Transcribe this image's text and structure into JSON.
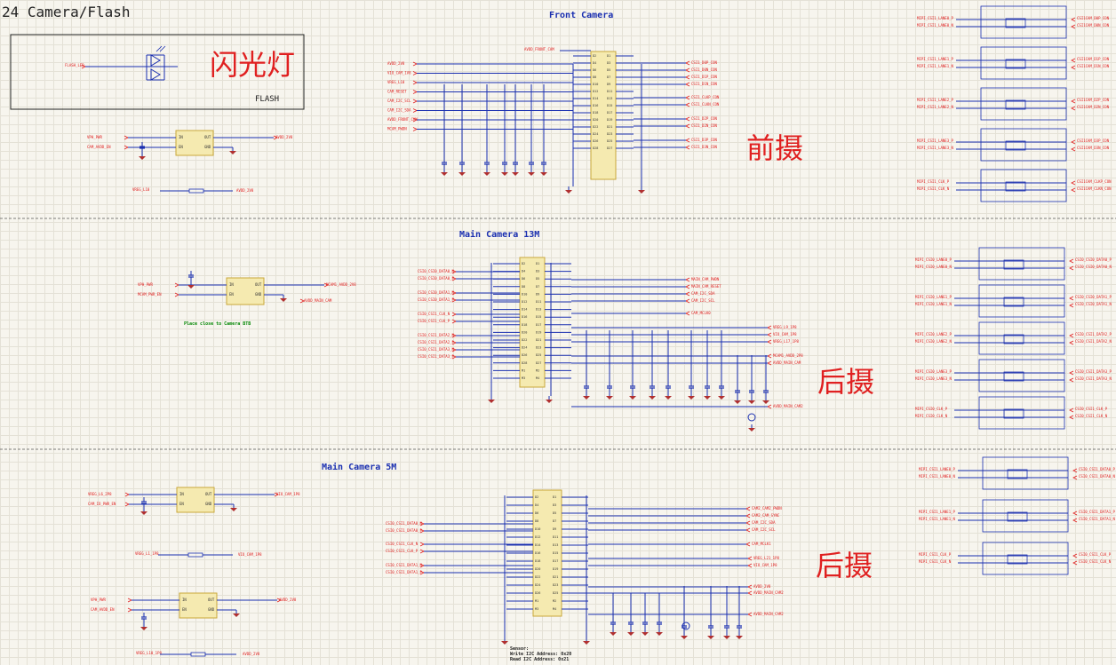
{
  "sheet_title": "24 Camera/Flash",
  "colors": {
    "wire": "#1a2fb0",
    "net": "#e02020",
    "part": "#a02020",
    "box": "#c9a83a",
    "boxfill": "#f5eab0",
    "ground": "#b03030"
  },
  "flash": {
    "title_zh": "闪光灯",
    "label": "FLASH",
    "net_in": "FLASH_LED"
  },
  "ldo_top": {
    "nets_in": [
      "VPH_PWR",
      "CAM_AVDD_EN"
    ],
    "net_out": "AVDD_2V8",
    "net_bottom_in": "VREG_L10",
    "net_bottom_out": "AVDD_2V8"
  },
  "front": {
    "title": "Front Camera",
    "zh": "前摄",
    "top_net": "AVDD_FRONT_CAM",
    "left_nets": [
      "AVDD_2V8",
      "VIO_CAM_1V8",
      "VREG_L10",
      "CAM_RESET",
      "CAM_I2C_SCL",
      "CAM_I2C_SDA",
      "AVDD_FRONT_CAM",
      "MCAM_PWDN"
    ],
    "right_nets": [
      "CSI1_D0P_CON",
      "CSI1_D0N_CON",
      "CSI1_D1P_CON",
      "CSI1_D1N_CON",
      "CSI1_CLKP_CON",
      "CSI1_CLKN_CON",
      "CSI1_D2P_CON",
      "CSI1_D2N_CON",
      "CSI1_D3P_CON",
      "CSI1_D3N_CON"
    ],
    "pins_left": [
      "D2",
      "D4",
      "D6",
      "D8",
      "D10",
      "D12",
      "D14",
      "D16",
      "D18",
      "D20",
      "D22",
      "D24",
      "D26",
      "D28"
    ],
    "pins_right": [
      "D1",
      "D3",
      "D5",
      "D7",
      "D9",
      "D11",
      "D13",
      "D15",
      "D17",
      "D19",
      "D21",
      "D23",
      "D25",
      "D27"
    ]
  },
  "filters_front": [
    {
      "in": [
        "MIPI_CSI1_LANE0_P",
        "MIPI_CSI1_LANE0_N"
      ],
      "out": [
        "CSI1CAM_D0P_CON",
        "CSI1CAM_D0N_CON"
      ]
    },
    {
      "in": [
        "MIPI_CSI1_LANE1_P",
        "MIPI_CSI1_LANE1_N"
      ],
      "out": [
        "CSI1CAM_D1P_CON",
        "CSI1CAM_D1N_CON"
      ]
    },
    {
      "in": [
        "MIPI_CSI1_LANE2_P",
        "MIPI_CSI1_LANE2_N"
      ],
      "out": [
        "CSI1CAM_D2P_CON",
        "CSI1CAM_D2N_CON"
      ]
    },
    {
      "in": [
        "MIPI_CSI1_LANE3_P",
        "MIPI_CSI1_LANE3_N"
      ],
      "out": [
        "CSI1CAM_D3P_CON",
        "CSI1CAM_D3N_CON"
      ]
    },
    {
      "in": [
        "MIPI_CSI1_CLK_P",
        "MIPI_CSI1_CLK_N"
      ],
      "out": [
        "CSI1CAM_CLKP_CON",
        "CSI1CAM_CLKN_CON"
      ]
    }
  ],
  "main13": {
    "title": "Main Camera 13M",
    "zh": "后摄",
    "ldo_nets_in": [
      "VPH_PWR",
      "MCAM_PWR_EN"
    ],
    "ldo_nets_out": [
      "MCAM1_AVDD_2V8",
      "AVDD_MAIN_CAM"
    ],
    "note": "Place close to Camera BTB",
    "left_nets": [
      "CSI0_CSI0_DATA0_N",
      "CSI0_CSI0_DATA0_P",
      "CSI0_CSI0_DATA1_N",
      "CSI0_CSI0_DATA1_P",
      "CSI0_CSI1_CLK_N",
      "CSI0_CSI1_CLK_P",
      "CSI0_CSI1_DATA2_N",
      "CSI0_CSI1_DATA2_P",
      "CSI0_CSI1_DATA3_N",
      "CSI0_CSI1_DATA3_P"
    ],
    "right_nets": [
      "MAIN_CAM_PWDN",
      "MAIN_CAM_RESET",
      "CAM_I2C_SDA",
      "CAM_I2C_SCL",
      "CAM_MCLK0",
      "VREG_L9_1P8",
      "VIO_CAM_1P8",
      "VREG_L17_1P8",
      "MCAM1_AVDD_2P8",
      "AVDD_MAIN_CAM",
      "AVDD_MAIN_CAM2"
    ],
    "pins_left": [
      "D2",
      "D4",
      "D6",
      "D8",
      "D10",
      "D12",
      "D14",
      "D16",
      "D18",
      "D20",
      "D22",
      "D24",
      "D26",
      "D28",
      "M1",
      "M3"
    ],
    "pins_right": [
      "D1",
      "D3",
      "D5",
      "D7",
      "D9",
      "D11",
      "D13",
      "D15",
      "D17",
      "D19",
      "D21",
      "D23",
      "D25",
      "D27",
      "M2",
      "M4"
    ]
  },
  "filters_main13": [
    {
      "in": [
        "MIPI_CSI0_LANE0_P",
        "MIPI_CSI0_LANE0_N"
      ],
      "out": [
        "CSI0_CSI0_DATA0_P",
        "CSI0_CSI0_DATA0_N"
      ]
    },
    {
      "in": [
        "MIPI_CSI0_LANE1_P",
        "MIPI_CSI0_LANE1_N"
      ],
      "out": [
        "CSI0_CSI0_DATA1_P",
        "CSI0_CSI0_DATA1_N"
      ]
    },
    {
      "in": [
        "MIPI_CSI0_LANE2_P",
        "MIPI_CSI0_LANE2_N"
      ],
      "out": [
        "CSI0_CSI1_DATA2_P",
        "CSI0_CSI1_DATA2_N"
      ]
    },
    {
      "in": [
        "MIPI_CSI0_LANE3_P",
        "MIPI_CSI0_LANE3_N"
      ],
      "out": [
        "CSI0_CSI1_DATA3_P",
        "CSI0_CSI1_DATA3_N"
      ]
    },
    {
      "in": [
        "MIPI_CSI0_CLK_P",
        "MIPI_CSI0_CLK_N"
      ],
      "out": [
        "CSI0_CSI1_CLK_P",
        "CSI0_CSI1_CLK_N"
      ]
    }
  ],
  "main5": {
    "title": "Main Camera 5M",
    "zh": "后摄",
    "ldo1_nets_in": [
      "VREG_L6_2P8",
      "CAM_IO_PWR_EN"
    ],
    "ldo1_net_out": "VIO_CAM_1P8",
    "ldo1_bottom": [
      "VREG_L1_1P8",
      "VIO_CAM_1P8"
    ],
    "ldo2_nets_in": [
      "VPH_PWR",
      "CAM_AVDD_EN"
    ],
    "ldo2_net_out": "AVDD_2V8",
    "ldo2_bottom": [
      "VREG_L10_1P8",
      "AVDD_2V8"
    ],
    "left_nets": [
      "CSI0_CSI1_DATA0_N",
      "CSI0_CSI1_DATA0_P",
      "CSI0_CSI1_CLK_N",
      "CSI0_CSI1_CLK_P",
      "CSI0_CSI1_DATA1_N",
      "CSI0_CSI1_DATA1_P"
    ],
    "right_nets": [
      "CAM2_CAM2_PWDN",
      "CAM2_CAM_SYNC",
      "CAM_I2C_SDA",
      "CAM_I2C_SCL",
      "CAM_MCLK1",
      "VREG_L21_1P8",
      "VIO_CAM_1P8",
      "AVDD_2V8",
      "AVDD_MAIN_CAM2",
      "AVDD_MAIN_CAM2"
    ],
    "pins_left": [
      "D2",
      "D4",
      "D6",
      "D8",
      "D10",
      "D12",
      "D14",
      "D16",
      "D18",
      "D20",
      "D22",
      "D24",
      "D26",
      "M1",
      "M3"
    ],
    "pins_right": [
      "D1",
      "D3",
      "D5",
      "D7",
      "D9",
      "D11",
      "D13",
      "D15",
      "D17",
      "D19",
      "D21",
      "D23",
      "D25",
      "M2",
      "M4"
    ],
    "notes": [
      "Sensor:",
      "Write I2C Address: 0x20",
      "Read I2C Address: 0x21"
    ]
  },
  "filters_main5": [
    {
      "in": [
        "MIPI_CSI1_LANE0_P",
        "MIPI_CSI1_LANE0_N"
      ],
      "out": [
        "CSI0_CSI1_DATA0_P",
        "CSI0_CSI1_DATA0_N"
      ]
    },
    {
      "in": [
        "MIPI_CSI1_LANE1_P",
        "MIPI_CSI1_LANE1_N"
      ],
      "out": [
        "CSI0_CSI1_DATA1_P",
        "CSI0_CSI1_DATA1_N"
      ]
    },
    {
      "in": [
        "MIPI_CSI1_CLK_P",
        "MIPI_CSI1_CLK_N"
      ],
      "out": [
        "CSI0_CSI1_CLK_P",
        "CSI0_CSI1_CLK_N"
      ]
    }
  ]
}
